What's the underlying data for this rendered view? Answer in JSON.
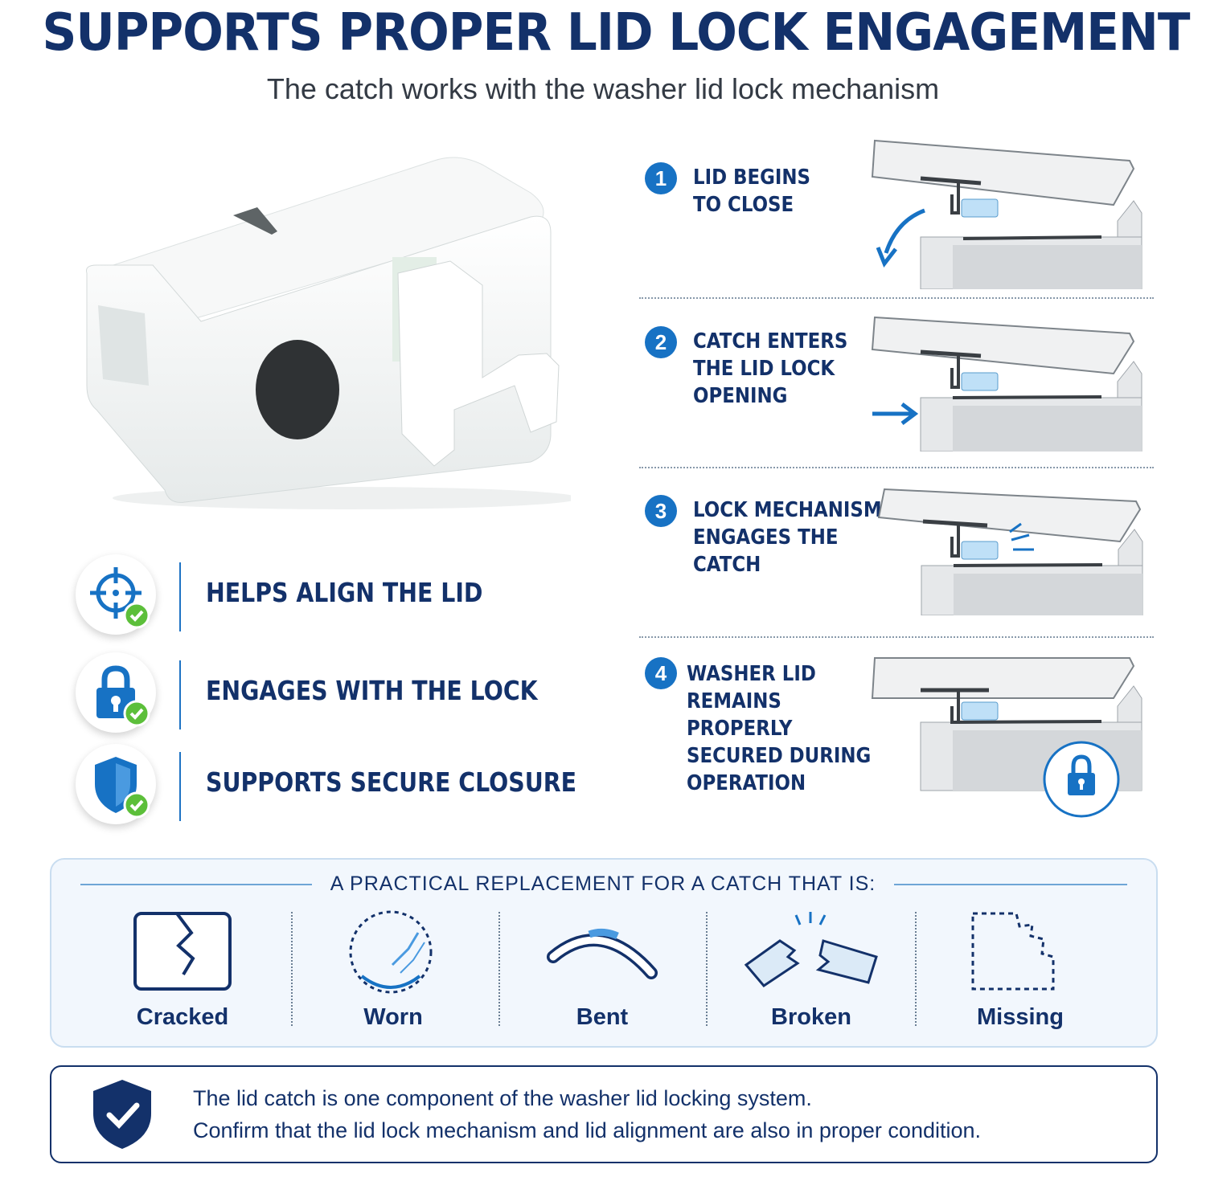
{
  "header": {
    "title": "SUPPORTS PROPER LID LOCK ENGAGEMENT",
    "subtitle": "The catch works with the washer lid lock mechanism"
  },
  "features": [
    {
      "icon": "crosshair-check-icon",
      "label": "HELPS ALIGN THE LID"
    },
    {
      "icon": "padlock-check-icon",
      "label": "ENGAGES WITH THE LOCK"
    },
    {
      "icon": "shield-check-icon",
      "label": "SUPPORTS SECURE CLOSURE"
    }
  ],
  "steps": [
    {
      "number": "1",
      "text": "LID BEGINS\nTO CLOSE"
    },
    {
      "number": "2",
      "text": "CATCH ENTERS\nTHE LID LOCK\nOPENING"
    },
    {
      "number": "3",
      "text": "LOCK MECHANISM\nENGAGES THE\nCATCH"
    },
    {
      "number": "4",
      "text": "WASHER LID\nREMAINS\nPROPERLY\nSECURED DURING\nOPERATION"
    }
  ],
  "conditions": {
    "heading": "A PRACTICAL REPLACEMENT FOR A CATCH THAT IS:",
    "items": [
      {
        "icon": "cracked-icon",
        "label": "Cracked"
      },
      {
        "icon": "worn-icon",
        "label": "Worn"
      },
      {
        "icon": "bent-icon",
        "label": "Bent"
      },
      {
        "icon": "broken-icon",
        "label": "Broken"
      },
      {
        "icon": "missing-icon",
        "label": "Missing"
      }
    ]
  },
  "note": {
    "icon": "shield-check-icon",
    "line1": "The lid catch is one component of the washer lid locking system.",
    "line2": "Confirm that the lid lock mechanism and lid alignment are also in proper condition."
  },
  "colors": {
    "navy": "#13316a",
    "accent_blue": "#1772c4",
    "check_green": "#5cbf3a",
    "panel_bg": "#f2f7fd"
  }
}
